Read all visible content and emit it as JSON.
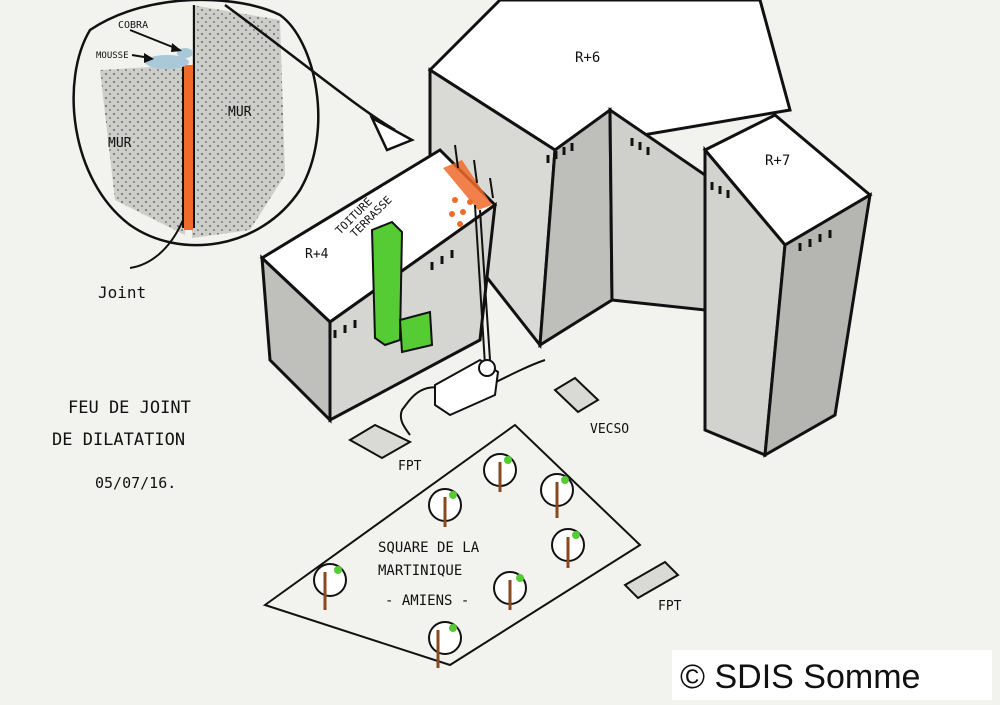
{
  "inset": {
    "label_cobra": "COBRA",
    "label_mousse": "MOUSSE",
    "label_mur_left": "MUR",
    "label_mur_right": "MUR",
    "label_joint": "Joint"
  },
  "buildings": {
    "label_r6": "R+6",
    "label_r7": "R+7",
    "label_r4": "R+4",
    "label_toiture": "TOITURE",
    "label_terrasse": "TERRASSE"
  },
  "vehicles": {
    "fpt_left": "FPT",
    "fpt_right": "FPT",
    "vecso": "VECSO"
  },
  "title": {
    "line1": "FEU DE JOINT",
    "line2": "DE DILATATION",
    "date": "05/07/16."
  },
  "square": {
    "line1": "SQUARE DE LA",
    "line2": "MARTINIQUE",
    "line3": "- AMIENS -"
  },
  "copyright": "© SDIS Somme",
  "colors": {
    "paper": "#f2f2ef",
    "ink": "#111111",
    "wall_grey": "#d9d9d6",
    "wall_dark": "#b8b8b5",
    "orange": "#f06a2a",
    "green": "#55cc33",
    "foam": "#a9c8d8",
    "trunk": "#8a4a20"
  }
}
